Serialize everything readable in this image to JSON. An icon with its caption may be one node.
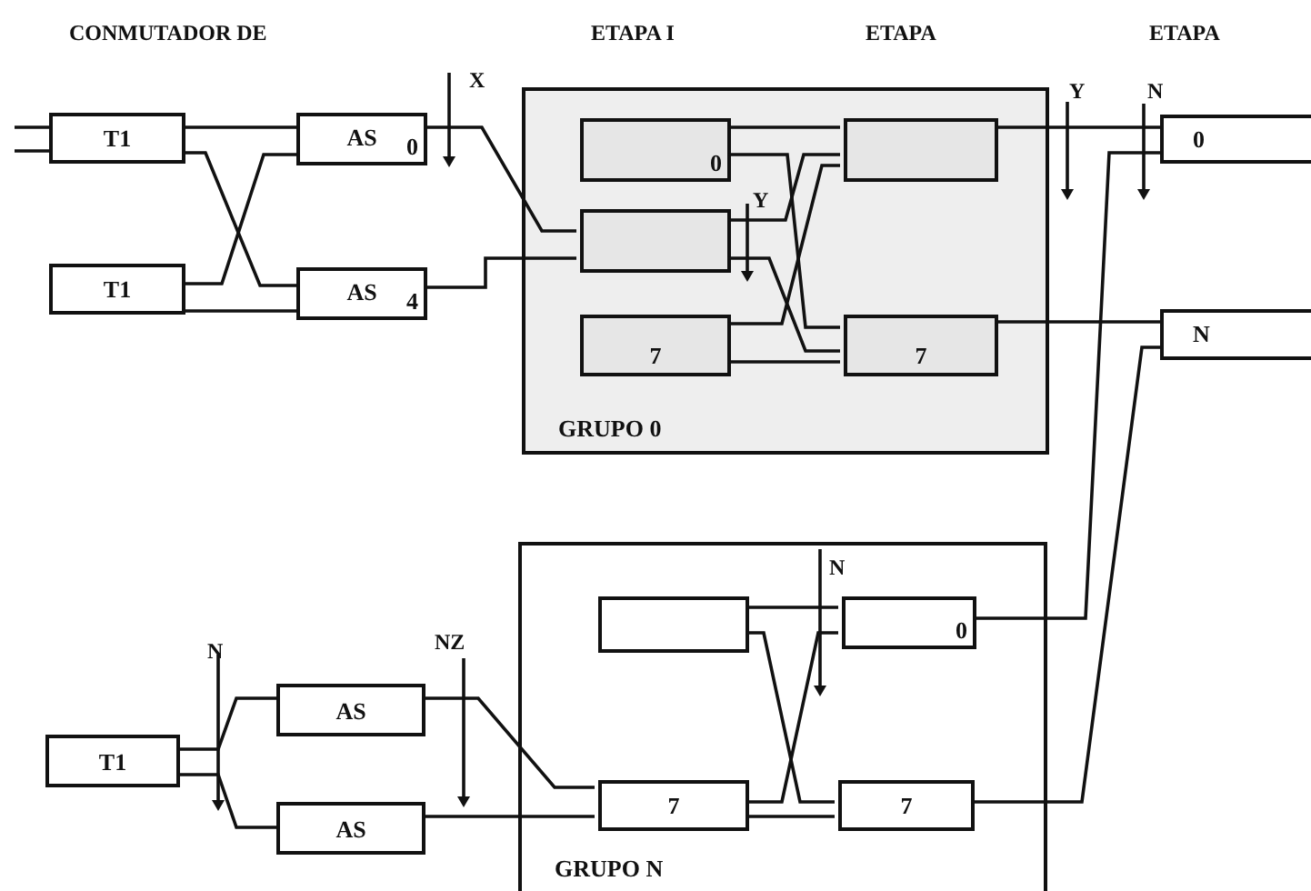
{
  "diagram": {
    "nodes": [
      {
        "text": [
          "T1"
        ]
      },
      {
        "text": [
          "T1"
        ]
      },
      {
        "text": [
          "AS",
          "0"
        ]
      },
      {
        "text": [
          "AS",
          "4"
        ]
      },
      {
        "text": [
          "GRUPO 0"
        ]
      },
      {
        "text": [
          "0"
        ],
        "in": 4
      },
      {
        "text": [],
        "shape": "box",
        "in": 4
      },
      {
        "text": [
          "7"
        ],
        "in": 4
      },
      {
        "text": [],
        "shape": "box",
        "in": 4
      },
      {
        "text": [
          "7"
        ],
        "in": 4
      },
      {
        "text": [
          "0"
        ]
      },
      {
        "text": [
          "N"
        ]
      },
      {
        "text": [
          "GRUPO N"
        ]
      },
      {
        "text": [],
        "shape": "box",
        "in": 12
      },
      {
        "text": [
          "0"
        ],
        "in": 12
      },
      {
        "text": [
          "7"
        ],
        "in": 12
      },
      {
        "text": [
          "7"
        ],
        "in": 12
      },
      {
        "text": [
          "T1"
        ]
      },
      {
        "text": [
          "AS"
        ]
      },
      {
        "text": [
          "AS"
        ]
      }
    ],
    "edges": [
      {
        "from": null,
        "to": 0,
        "arrow": "none"
      },
      {
        "from": null,
        "to": 0,
        "arrow": "none"
      },
      {
        "from": 0,
        "to": 2,
        "arrow": "none"
      },
      {
        "from": 0,
        "to": 3,
        "arrow": "none"
      },
      {
        "from": 1,
        "to": 2,
        "arrow": "none"
      },
      {
        "from": 1,
        "to": 3,
        "arrow": "none"
      },
      {
        "from": 2,
        "to": 6,
        "arrow": "none"
      },
      {
        "from": 3,
        "to": 6,
        "arrow": "none"
      },
      {
        "from": 5,
        "to": 8,
        "arrow": "none"
      },
      {
        "from": 5,
        "to": 9,
        "arrow": "none"
      },
      {
        "from": 6,
        "to": 8,
        "arrow": "none"
      },
      {
        "from": 6,
        "to": 9,
        "arrow": "none"
      },
      {
        "from": 7,
        "to": 8,
        "arrow": "none"
      },
      {
        "from": 7,
        "to": 9,
        "arrow": "none"
      },
      {
        "from": 8,
        "to": 10,
        "arrow": "none"
      },
      {
        "from": 9,
        "to": 11,
        "arrow": "none"
      },
      {
        "from": 14,
        "to": 10,
        "arrow": "none"
      },
      {
        "from": 16,
        "to": 11,
        "arrow": "none"
      },
      {
        "from": 13,
        "to": 14,
        "arrow": "none"
      },
      {
        "from": 13,
        "to": 16,
        "arrow": "none"
      },
      {
        "from": 15,
        "to": 14,
        "arrow": "none"
      },
      {
        "from": 15,
        "to": 16,
        "arrow": "none"
      },
      {
        "from": 17,
        "to": 18,
        "arrow": "none"
      },
      {
        "from": 17,
        "to": 19,
        "arrow": "none"
      },
      {
        "from": 18,
        "to": 15,
        "arrow": "none"
      },
      {
        "from": 19,
        "to": 15,
        "arrow": "none"
      }
    ],
    "labels": [
      "CONMUTADOR DE",
      "ETAPA I",
      "ETAPA",
      "ETAPA",
      "X",
      "Y",
      "N",
      "Y",
      "N",
      "NZ",
      "N"
    ]
  }
}
